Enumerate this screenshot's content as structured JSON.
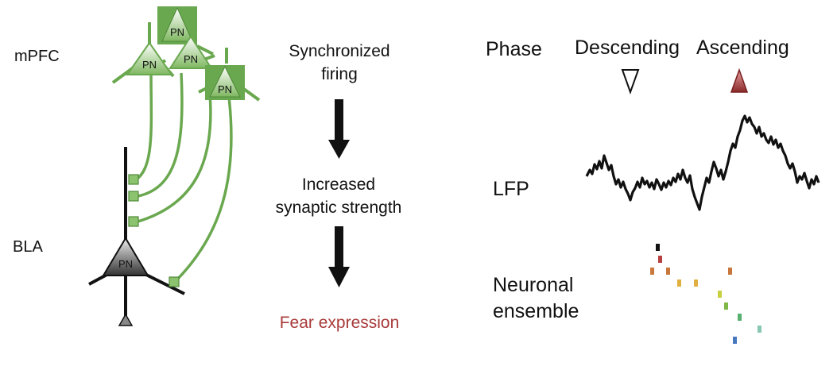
{
  "labels": {
    "region_top": "mPFC",
    "region_bottom": "BLA",
    "neuron": "PN"
  },
  "flow": {
    "step1_line1": "Synchronized",
    "step1_line2": "firing",
    "step2_line1": "Increased",
    "step2_line2": "synaptic strength",
    "step3": "Fear expression"
  },
  "right_panel": {
    "phase_label": "Phase",
    "descending": "Descending",
    "ascending": "Ascending",
    "lfp_label": "LFP",
    "ensemble_line1": "Neuronal",
    "ensemble_line2": "ensemble"
  },
  "colors": {
    "green": "#6aa84f",
    "green_dark": "#4f8a3a",
    "fear_text": "#a83a3a",
    "ascending_marker": "#b04040"
  },
  "icons": {
    "descending_marker": "open-down-triangle",
    "ascending_marker": "filled-up-triangle"
  }
}
